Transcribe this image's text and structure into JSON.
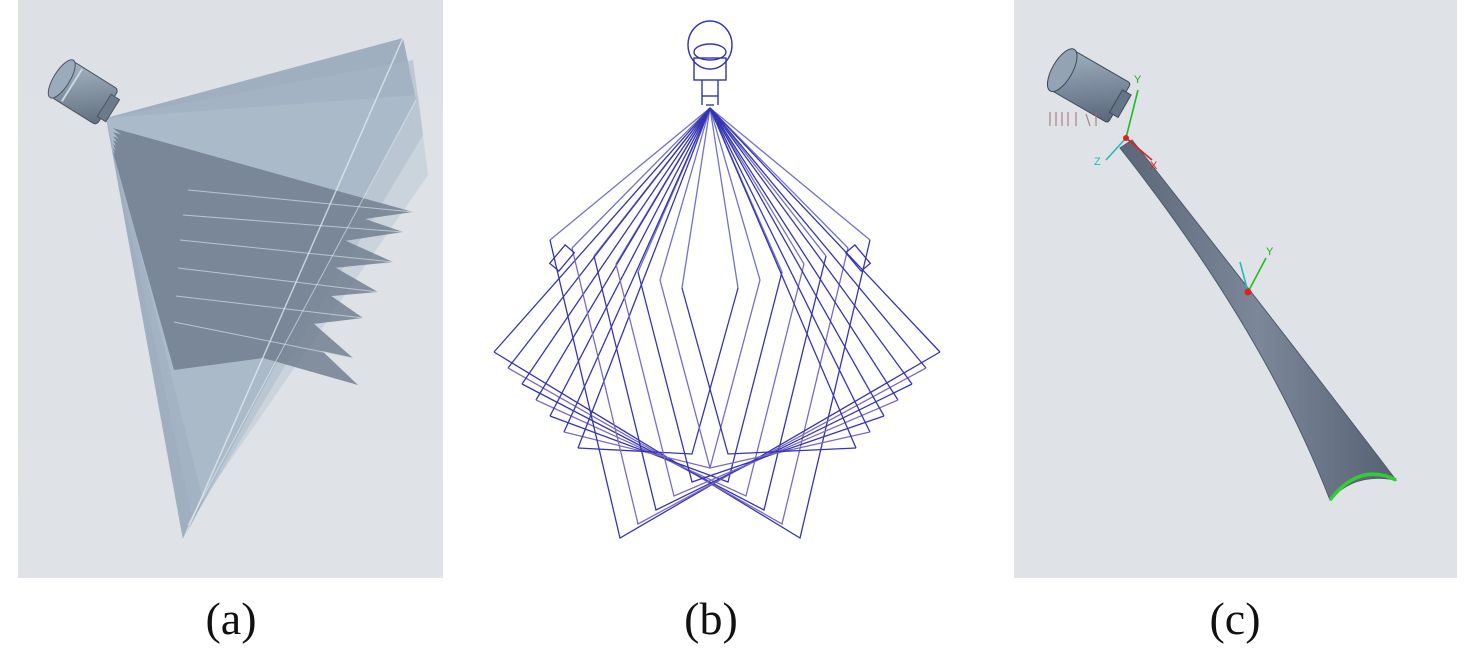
{
  "figure": {
    "panels": [
      {
        "id": "a",
        "caption": "(a)",
        "content": "shaded 3D nozzle with stacked fan-shaped spray sheets"
      },
      {
        "id": "b",
        "caption": "(b)",
        "content": "wireframe of nozzle with crossing spray fan outlines"
      },
      {
        "id": "c",
        "caption": "(c)",
        "content": "shaded 3D nozzle with single curved spray sheet and coordinate triads"
      }
    ]
  },
  "colors": {
    "viewport_bg": "#dfe3e7",
    "surface": "#8795a6",
    "surface_dark": "#5d6878",
    "wireframe": "#3434b4",
    "wireframe_light": "#7a6ac6",
    "edge_highlight": "#33cc33",
    "axis_x": "#dd2222",
    "axis_y": "#22bb22",
    "axis_z": "#22bbbb"
  },
  "axes": {
    "y1": "Y",
    "x1": "X",
    "z1": "Z",
    "y2": "Y"
  }
}
